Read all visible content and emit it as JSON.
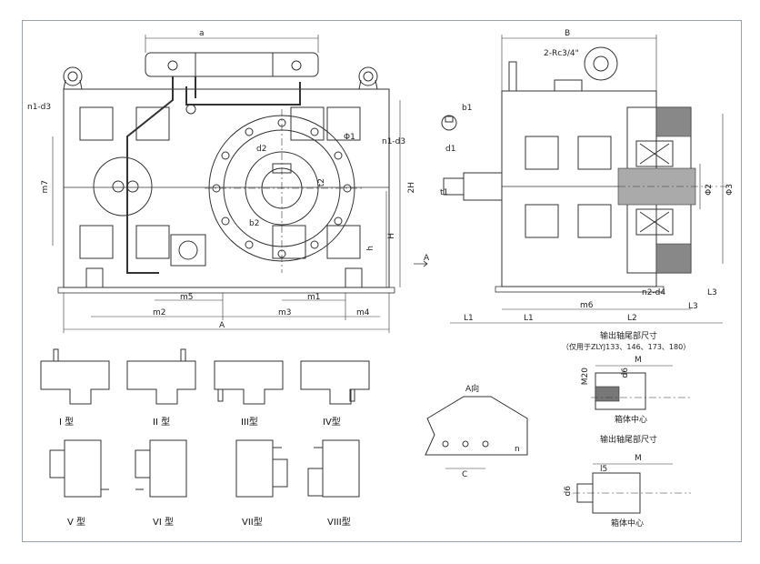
{
  "front_view": {
    "label_a_top": "a",
    "n1d3_left": "n1-d3",
    "m7": "m7",
    "phi1": "Φ1",
    "n1d3_right": "n1-d3",
    "d2": "d2",
    "t2": "t2",
    "b2": "b2",
    "two_h": "2H",
    "h_big": "H",
    "h_small": "h",
    "arrow_a": "A",
    "m5": "m5",
    "m1": "m1",
    "m2": "m2",
    "m3": "m3",
    "m4": "m4",
    "a_big": "A"
  },
  "side_view": {
    "b_top": "B",
    "rc": "2-Rc3/4\"",
    "b1": "b1",
    "d1": "d1",
    "t1": "t1",
    "phi2": "Φ2",
    "phi3": "Φ3",
    "n2d4": "n2-d4",
    "l3_a": "L3",
    "l3_b": "L3",
    "l1": "L1",
    "l1b": "L1",
    "m6": "m6",
    "l2": "L2"
  },
  "mount_types": {
    "type1": "I 型",
    "type2": "II 型",
    "type3": "III型",
    "type4": "IV型",
    "type5": "V 型",
    "type6": "VI 型",
    "type7": "VII型",
    "type8": "VIII型"
  },
  "view_a": {
    "title": "A向",
    "c": "C",
    "n": "n"
  },
  "shaft_end_1": {
    "title": "输出轴尾部尺寸",
    "note": "（仅用于ZLYJ133、146、173、180）",
    "m": "M",
    "m20": "M20",
    "d6": "d6",
    "center": "箱体中心"
  },
  "shaft_end_2": {
    "title": "输出轴尾部尺寸",
    "m": "M",
    "l5": "l5",
    "d6": "d6",
    "center": "箱体中心"
  }
}
